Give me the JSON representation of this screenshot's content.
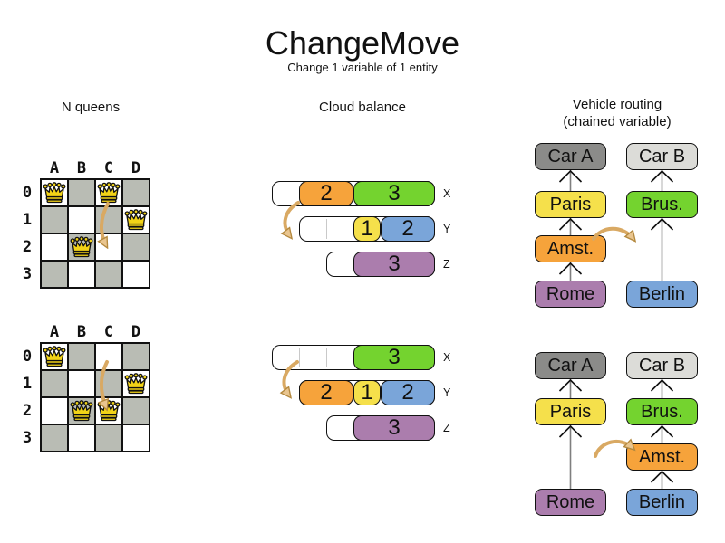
{
  "title": "ChangeMove",
  "subtitle": "Change 1 variable of 1 entity",
  "headers": {
    "nqueens": "N queens",
    "cloud": "Cloud balance",
    "vrp_line1": "Vehicle routing",
    "vrp_line2": "(chained variable)"
  },
  "colors": {
    "board_dark": "#b9bcb4",
    "board_light": "#ffffff",
    "queen_gold": "#f2d317",
    "arrow_tan": "#d9a963",
    "arrow_tan_fill": "#e9c58f",
    "arrow_tan_dark": "#b4893f",
    "chain_line": "#7f7f7f",
    "chevron": "#111111",
    "orange": "#f6a33b",
    "green": "#74d32f",
    "yellow": "#f5e04b",
    "blue": "#7aa5d9",
    "purple": "#ab7dad",
    "car_a_gray": "#8b8b89",
    "car_b_gray": "#dcdcd8"
  },
  "nqueens": {
    "columns": [
      "A",
      "B",
      "C",
      "D"
    ],
    "rows": [
      "0",
      "1",
      "2",
      "3"
    ],
    "boards": [
      {
        "queens": [
          "A0",
          "C0",
          "D1",
          "B2"
        ],
        "move": {
          "entity": "queen C",
          "from": "C0",
          "to": "C2"
        }
      },
      {
        "queens": [
          "A0",
          "D1",
          "B2",
          "C2"
        ],
        "move": {
          "entity": "queen C",
          "from": "C0",
          "to": "C2"
        }
      }
    ]
  },
  "cloud": {
    "diagrams": [
      {
        "rows": [
          {
            "label": "X",
            "offset": 0,
            "capacity": 6,
            "segments": [
              {
                "type": "free",
                "units": 1
              },
              {
                "type": "process",
                "value": "2",
                "color": "orange",
                "units": 2
              },
              {
                "type": "process",
                "value": "3",
                "color": "green",
                "units": 3
              }
            ]
          },
          {
            "label": "Y",
            "offset": 1,
            "capacity": 5,
            "segments": [
              {
                "type": "free",
                "units": 2
              },
              {
                "type": "process",
                "value": "1",
                "color": "yellow",
                "units": 1
              },
              {
                "type": "process",
                "value": "2",
                "color": "blue",
                "units": 2
              }
            ]
          },
          {
            "label": "Z",
            "offset": 2,
            "capacity": 4,
            "segments": [
              {
                "type": "free",
                "units": 1
              },
              {
                "type": "process",
                "value": "3",
                "color": "purple",
                "units": 3
              }
            ]
          }
        ],
        "move": {
          "entity": "process 2 (orange)",
          "from": "X",
          "to": "Y"
        }
      },
      {
        "rows": [
          {
            "label": "X",
            "offset": 0,
            "capacity": 6,
            "segments": [
              {
                "type": "free",
                "units": 3
              },
              {
                "type": "process",
                "value": "3",
                "color": "green",
                "units": 3
              }
            ]
          },
          {
            "label": "Y",
            "offset": 1,
            "capacity": 5,
            "segments": [
              {
                "type": "process",
                "value": "2",
                "color": "orange",
                "units": 2
              },
              {
                "type": "process",
                "value": "1",
                "color": "yellow",
                "units": 1
              },
              {
                "type": "process",
                "value": "2",
                "color": "blue",
                "units": 2
              }
            ]
          },
          {
            "label": "Z",
            "offset": 2,
            "capacity": 4,
            "segments": [
              {
                "type": "free",
                "units": 1
              },
              {
                "type": "process",
                "value": "3",
                "color": "purple",
                "units": 3
              }
            ]
          }
        ],
        "move": {
          "entity": "process 2 (orange)",
          "from": "X",
          "to": "Y"
        }
      }
    ]
  },
  "vrp": {
    "diagrams": [
      {
        "columns": [
          {
            "nodes": [
              {
                "label": "Car A",
                "color": "car_a_gray",
                "slot": 0
              },
              {
                "label": "Paris",
                "color": "yellow",
                "slot": 1
              },
              {
                "label": "Amst.",
                "color": "orange",
                "slot": 2
              },
              {
                "label": "Rome",
                "color": "purple",
                "slot": 3
              }
            ]
          },
          {
            "nodes": [
              {
                "label": "Car B",
                "color": "car_b_gray",
                "slot": 0
              },
              {
                "label": "Brus.",
                "color": "green",
                "slot": 1
              },
              {
                "label": "Berlin",
                "color": "blue",
                "slot": 3
              }
            ]
          }
        ],
        "move": {
          "entity": "Amst.",
          "from": "chain of Car A",
          "to": "chain of Car B"
        }
      },
      {
        "columns": [
          {
            "nodes": [
              {
                "label": "Car A",
                "color": "car_a_gray",
                "slot": 0
              },
              {
                "label": "Paris",
                "color": "yellow",
                "slot": 1
              },
              {
                "label": "Rome",
                "color": "purple",
                "slot": 3
              }
            ]
          },
          {
            "nodes": [
              {
                "label": "Car B",
                "color": "car_b_gray",
                "slot": 0
              },
              {
                "label": "Brus.",
                "color": "green",
                "slot": 1
              },
              {
                "label": "Amst.",
                "color": "orange",
                "slot": 2
              },
              {
                "label": "Berlin",
                "color": "blue",
                "slot": 3
              }
            ]
          }
        ],
        "move": {
          "entity": "Amst.",
          "from": "chain of Car A",
          "to": "chain of Car B"
        }
      }
    ]
  }
}
